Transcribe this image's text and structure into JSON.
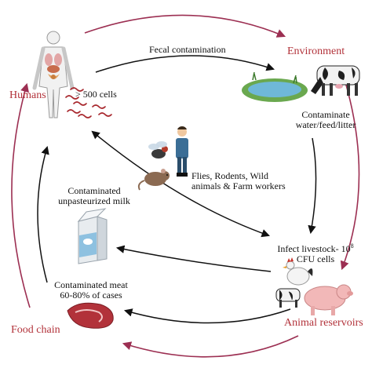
{
  "nodes": {
    "humans": "Humans",
    "environment": "Environment",
    "animal_reservoirs": "Animal reservoirs",
    "food_chain": "Food chain"
  },
  "labels": {
    "fecal": "Fecal contamination",
    "cells_500": "> 500 cells",
    "contaminate_1": "Contaminate",
    "contaminate_2": "water/feed/litter",
    "flies_1": "Flies, Rodents, Wild",
    "flies_2": "animals & Farm workers",
    "milk_1": "Contaminated",
    "milk_2": "unpasteurized milk",
    "infect_1": "Infect livestock- 10",
    "infect_sup": "8",
    "infect_2": "CFU cells",
    "meat_1": "Contaminated meat",
    "meat_2": "60-80% of cases"
  },
  "colors": {
    "outer_arrow": "#9c2f52",
    "inner_arrow": "#111111",
    "node_label": "#b2323a",
    "pathogen": "#a8282e"
  },
  "icons": [
    "human-figure-icon",
    "pond-icon",
    "cow-icon",
    "fly-icon",
    "rodent-icon",
    "farm-worker-icon",
    "milk-carton-icon",
    "meat-steak-icon",
    "chicken-icon",
    "pig-icon",
    "bacteria-icon"
  ]
}
